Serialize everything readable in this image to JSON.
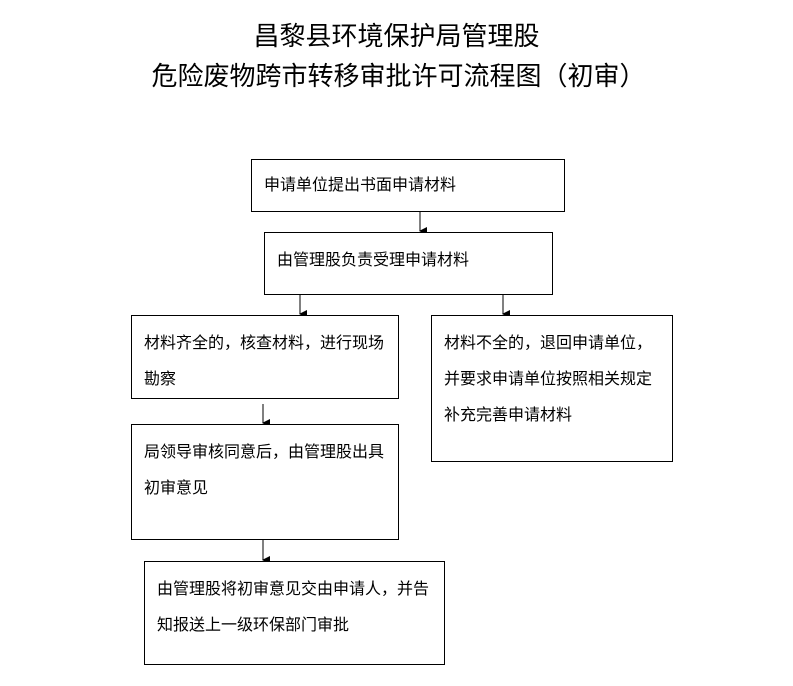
{
  "title": {
    "line1": "昌黎县环境保护局管理股",
    "line2": "危险废物跨市转移审批许可流程图（初审）"
  },
  "steps": {
    "submit": "申请单位提出书面申请材料",
    "accept": "由管理股负责受理申请材料",
    "complete": "材料齐全的，核查材料，进行现场勘察",
    "incomplete": "材料不全的，退回申请单位，并要求申请单位按照相关规定补充完善申请材料",
    "approve": "局领导审核同意后，由管理股出具初审意见",
    "deliver": "由管理股将初审意见交由申请人，并告知报送上一级环保部门审批"
  }
}
